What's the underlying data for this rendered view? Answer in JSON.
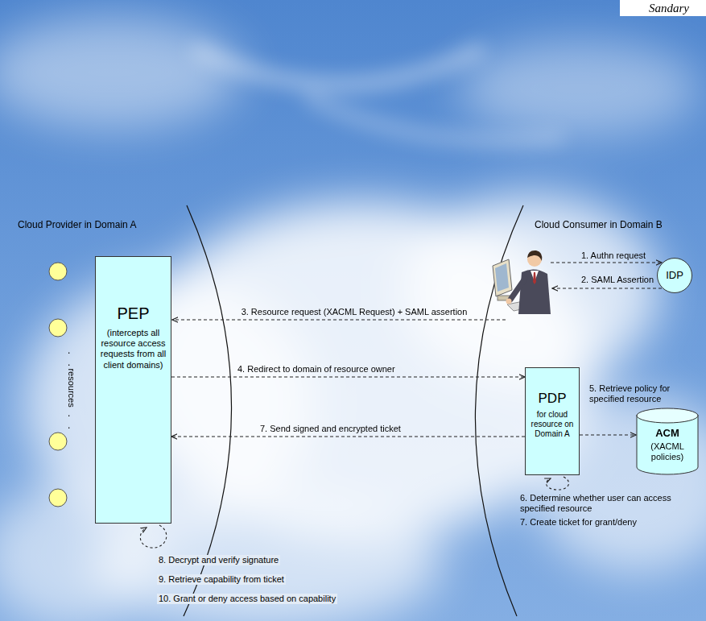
{
  "diagram": {
    "nodes": [
      {
        "text": [
          "PEP",
          "(intercepts all resource access requests from all client domains)"
        ]
      },
      {
        "text": [
          "PDP",
          "for cloud resource on Domain A"
        ]
      },
      {
        "text": [
          "ACM",
          "(XACML policies)"
        ]
      },
      {
        "text": [
          "IDP"
        ]
      }
    ],
    "edges": [
      {
        "from": 0,
        "to": 1,
        "arrow": "to",
        "label": "4. Redirect to domain of resource owner"
      },
      {
        "from": 1,
        "to": 2,
        "arrow": "to",
        "label": "5. Retrieve policy for specified resource"
      },
      {
        "from": 1,
        "to": 0,
        "arrow": "to",
        "label": "7. Send signed and encrypted ticket"
      }
    ],
    "labels": [
      "Sandary",
      "Cloud Provider in Domain A",
      "Cloud Consumer in Domain B",
      ".",
      ".",
      "resources",
      ".",
      ".",
      "1. Authn request",
      "2. SAML Assertion",
      "3. Resource request (XACML Request) + SAML assertion",
      "6. Determine whether user can access specified resource",
      "7. Create ticket for grant/deny",
      "8. Decrypt and verify signature",
      "9. Retrieve capability from ticket",
      "10. Grant or deny access based on capability"
    ]
  }
}
